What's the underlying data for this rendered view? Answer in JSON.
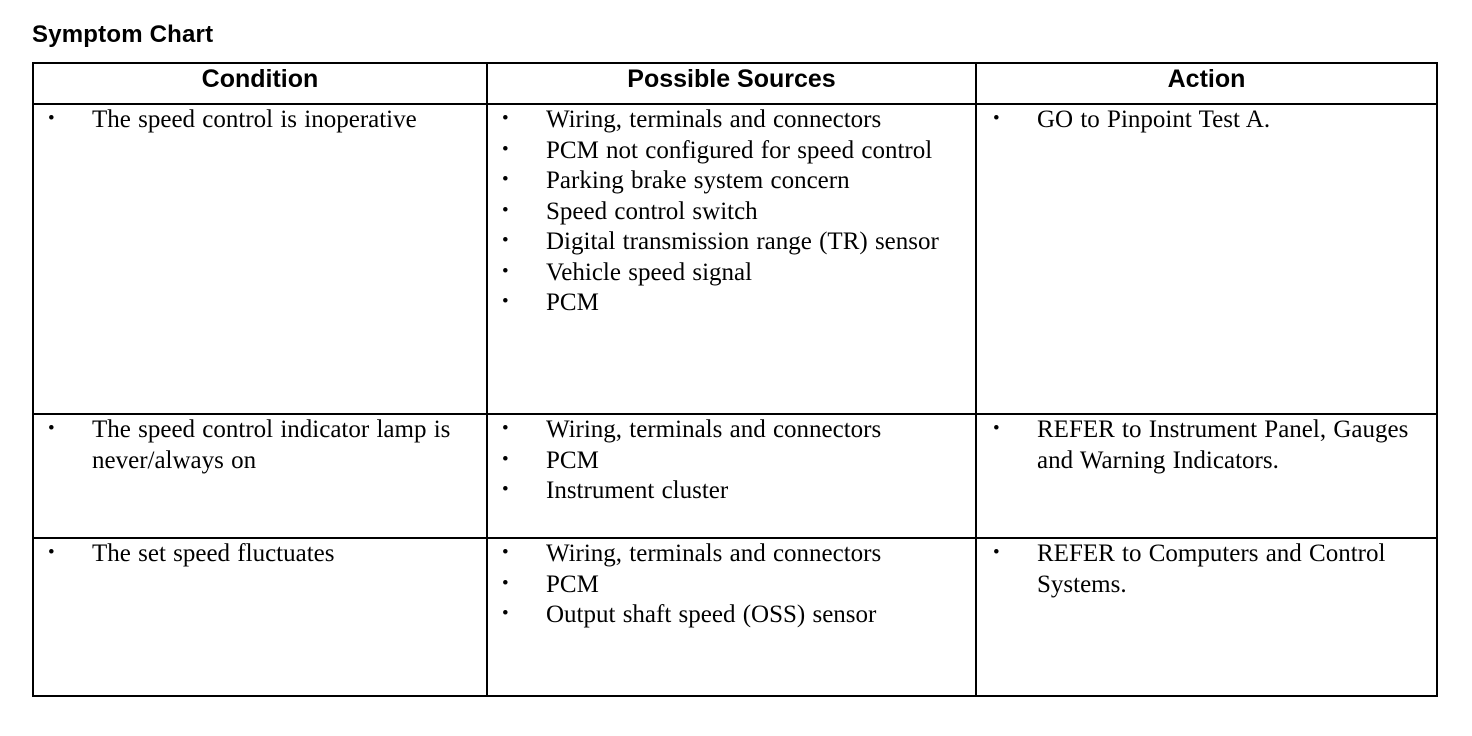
{
  "document": {
    "title": "Symptom Chart"
  },
  "table": {
    "headers": [
      "Condition",
      "Possible Sources",
      "Action"
    ],
    "rows": [
      {
        "condition": [
          "The speed control is inoperative"
        ],
        "possible_sources": [
          "Wiring, terminals and connectors",
          "PCM not configured for speed control",
          "Parking brake system concern",
          "Speed control switch",
          "Digital transmission range (TR) sensor",
          "Vehicle speed signal",
          "PCM"
        ],
        "action": [
          "GO to Pinpoint Test A."
        ]
      },
      {
        "condition": [
          "The speed control indicator lamp is never/always on"
        ],
        "possible_sources": [
          "Wiring, terminals and connectors",
          "PCM",
          "Instrument cluster"
        ],
        "action": [
          "REFER to Instrument Panel, Gauges and Warning Indicators."
        ]
      },
      {
        "condition": [
          "The set speed fluctuates"
        ],
        "possible_sources": [
          "Wiring, terminals and connectors",
          "PCM",
          "Output shaft speed (OSS) sensor"
        ],
        "action": [
          "REFER to Computers and Control Systems."
        ]
      }
    ]
  },
  "style": {
    "text_color": "#000000",
    "background_color": "#ffffff",
    "border_color": "#000000"
  }
}
